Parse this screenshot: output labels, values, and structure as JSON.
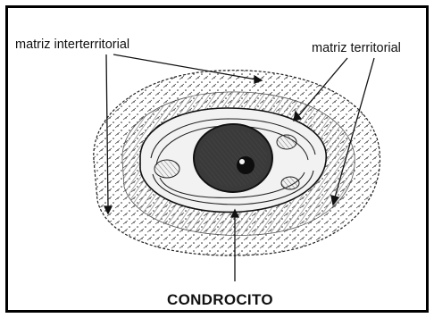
{
  "labels": {
    "interterritorial": "matriz interterritorial",
    "territorial": "matriz territorial",
    "cell": "CONDROCITO"
  },
  "colors": {
    "frame": "#000000",
    "ink": "#111111",
    "matrix_shading": "#9a9a9a",
    "nucleus": "#2a2a2a"
  }
}
